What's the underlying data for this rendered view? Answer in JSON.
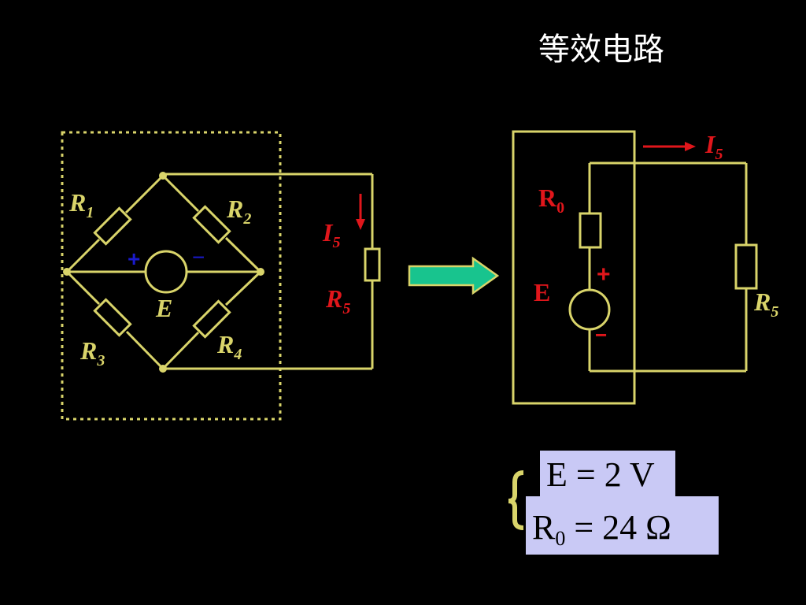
{
  "title": "等效电路",
  "left_circuit": {
    "labels": {
      "r1": "R",
      "r1_sub": "1",
      "r2": "R",
      "r2_sub": "2",
      "r3": "R",
      "r3_sub": "3",
      "r4": "R",
      "r4_sub": "4",
      "r5": "R",
      "r5_sub": "5",
      "i5": "I",
      "i5_sub": "5",
      "e": "E",
      "plus": "+",
      "minus": "−"
    }
  },
  "right_circuit": {
    "labels": {
      "r0": "R",
      "r0_sub": "0",
      "e": "E",
      "plus": "+",
      "minus": "−",
      "r5": "R",
      "r5_sub": "5",
      "i5": "I",
      "i5_sub": "5"
    }
  },
  "result": {
    "line1": "E = 2 V",
    "line2_main": "R",
    "line2_sub": "0",
    "line2_rest": " = 24 Ω"
  },
  "colors": {
    "wire": "#d9d46a",
    "label_red": "#e0161b",
    "blue_sign": "#1a1acc",
    "arrow_fill": "#18c48e",
    "formula_bg": "#c9c9f5"
  }
}
